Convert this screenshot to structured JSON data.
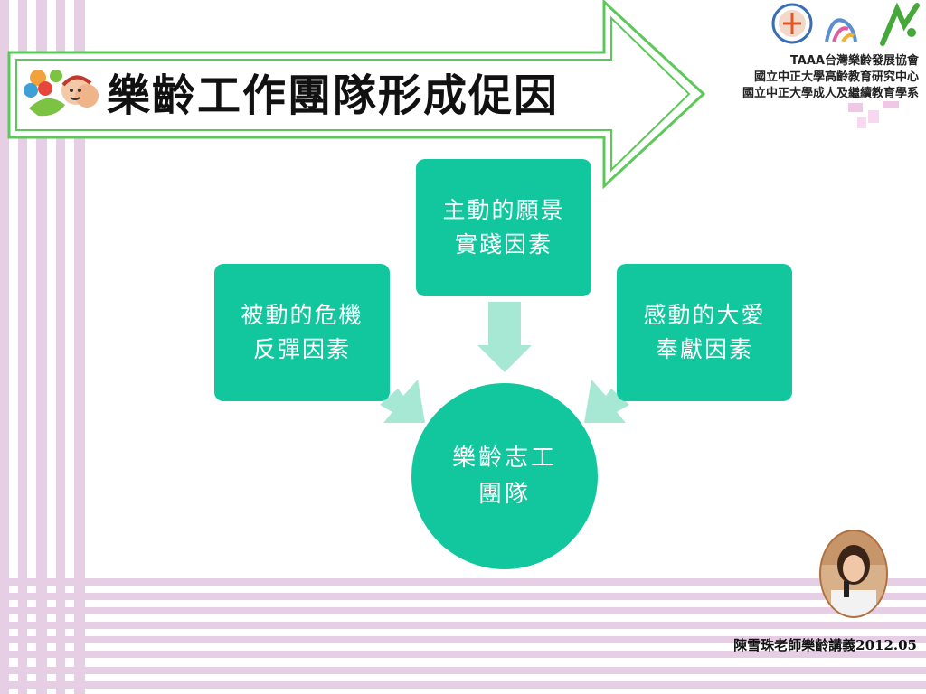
{
  "slide": {
    "title": "樂齡工作團隊形成促因",
    "colors": {
      "accent": "#12c79d",
      "banner_border": "#5cc85a",
      "stripe": "#e6cfe4",
      "arrow_fill": "#a6e8d3"
    }
  },
  "branding": {
    "org_lines": [
      "TAAA台灣樂齡發展協會",
      "國立中正大學高齡教育研究中心",
      "國立中正大學成人及繼續教育學系"
    ],
    "logo_icons": [
      "taaa-logo-icon",
      "graduate-institute-logo-icon",
      "elderly-figure-logo-icon"
    ]
  },
  "diagram": {
    "center": {
      "line1": "樂齡志工",
      "line2": "團隊"
    },
    "top": {
      "line1": "主動的願景",
      "line2": "實踐因素"
    },
    "left": {
      "line1": "被動的危機",
      "line2": "反彈因素"
    },
    "right": {
      "line1": "感動的大愛",
      "line2": "奉獻因素"
    }
  },
  "footer": {
    "text": "陳雪珠老師樂齡講義2012.05"
  }
}
